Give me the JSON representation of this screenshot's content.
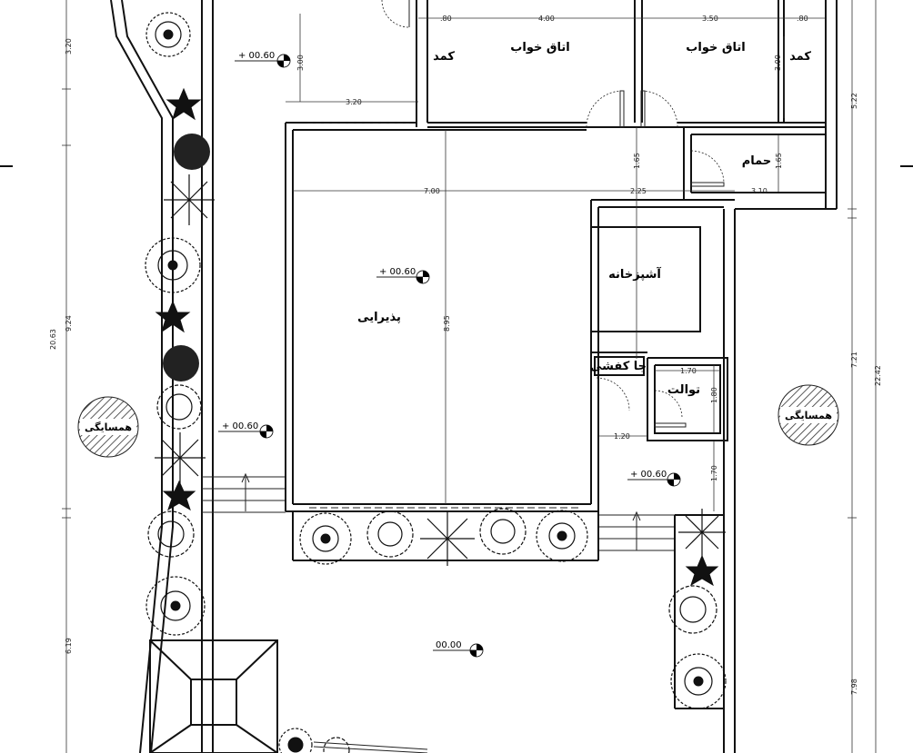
{
  "rooms": {
    "storage_left": "کمد",
    "bedroom_1": "اتاق خواب",
    "bedroom_2": "اتاق خواب",
    "storage_right": "کمد",
    "bathroom": "حمام",
    "kitchen": "آشپزخانه",
    "reception": "پذیرایی",
    "shoe_cabinet": "جا کفشی",
    "toilet": "توالت"
  },
  "neighbors": {
    "left": "همسایگی",
    "right": "همسایگی"
  },
  "levels": {
    "top_left": "+ 00.60",
    "reception": "+ 00.60",
    "porch_left": "+ 00.60",
    "porch_right": "+ 00.60",
    "yard": "00.00"
  },
  "dimensions": {
    "d_080_left": ".80",
    "d_400": "4.00",
    "d_350": "3.50",
    "d_080_right": ".80",
    "d_300_left": "3.00",
    "d_300_right": "3.00",
    "d_320_top": "3.20",
    "d_700": "7.00",
    "d_225": "2.25",
    "d_310": "3.10",
    "d_165_a": "1.65",
    "d_165_b": "1.65",
    "d_895": "8.95",
    "d_170_a": "1.70",
    "d_180": "1.80",
    "d_120": "1.20",
    "d_170_b": "1.70",
    "left_320": "3.20",
    "left_2063": "20.63",
    "left_924": "9.24",
    "left_619": "6.19",
    "right_522": "5.22",
    "right_721": "7.21",
    "right_2242": "22.42",
    "right_798": "7.98"
  }
}
